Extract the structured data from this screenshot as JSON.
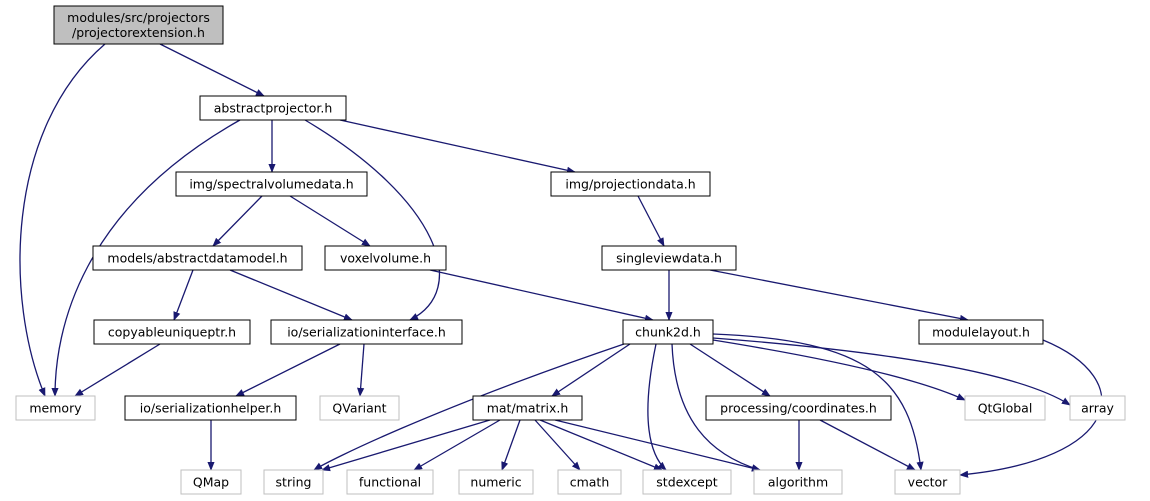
{
  "colors": {
    "edge": "#191970",
    "node_border": "#000000",
    "system_border": "#bfbfbf",
    "root_fill": "#bfbfbf",
    "node_fill": "#ffffff"
  },
  "nodes": [
    {
      "id": "root",
      "lines": [
        "modules/src/projectors",
        "/projectorextension.h"
      ],
      "kind": "root"
    },
    {
      "id": "abstractprojector",
      "lines": [
        "abstractprojector.h"
      ],
      "kind": "local"
    },
    {
      "id": "spectralvolumedata",
      "lines": [
        "img/spectralvolumedata.h"
      ],
      "kind": "local"
    },
    {
      "id": "projectiondata",
      "lines": [
        "img/projectiondata.h"
      ],
      "kind": "local"
    },
    {
      "id": "abstractdatamodel",
      "lines": [
        "models/abstractdatamodel.h"
      ],
      "kind": "local"
    },
    {
      "id": "voxelvolume",
      "lines": [
        "voxelvolume.h"
      ],
      "kind": "local"
    },
    {
      "id": "singleviewdata",
      "lines": [
        "singleviewdata.h"
      ],
      "kind": "local"
    },
    {
      "id": "copyableuniqueptr",
      "lines": [
        "copyableuniqueptr.h"
      ],
      "kind": "local"
    },
    {
      "id": "serializationinterface",
      "lines": [
        "io/serializationinterface.h"
      ],
      "kind": "local"
    },
    {
      "id": "chunk2d",
      "lines": [
        "chunk2d.h"
      ],
      "kind": "local"
    },
    {
      "id": "modulelayout",
      "lines": [
        "modulelayout.h"
      ],
      "kind": "local"
    },
    {
      "id": "memory",
      "lines": [
        "memory"
      ],
      "kind": "system"
    },
    {
      "id": "serializationhelper",
      "lines": [
        "io/serializationhelper.h"
      ],
      "kind": "local"
    },
    {
      "id": "qvariant",
      "lines": [
        "QVariant"
      ],
      "kind": "system"
    },
    {
      "id": "matrix",
      "lines": [
        "mat/matrix.h"
      ],
      "kind": "local"
    },
    {
      "id": "coordinates",
      "lines": [
        "processing/coordinates.h"
      ],
      "kind": "local"
    },
    {
      "id": "qtglobal",
      "lines": [
        "QtGlobal"
      ],
      "kind": "system"
    },
    {
      "id": "array",
      "lines": [
        "array"
      ],
      "kind": "system"
    },
    {
      "id": "qmap",
      "lines": [
        "QMap"
      ],
      "kind": "system"
    },
    {
      "id": "string",
      "lines": [
        "string"
      ],
      "kind": "system"
    },
    {
      "id": "functional",
      "lines": [
        "functional"
      ],
      "kind": "system"
    },
    {
      "id": "numeric",
      "lines": [
        "numeric"
      ],
      "kind": "system"
    },
    {
      "id": "cmath",
      "lines": [
        "cmath"
      ],
      "kind": "system"
    },
    {
      "id": "stdexcept",
      "lines": [
        "stdexcept"
      ],
      "kind": "system"
    },
    {
      "id": "algorithm",
      "lines": [
        "algorithm"
      ],
      "kind": "system"
    },
    {
      "id": "vector",
      "lines": [
        "vector"
      ],
      "kind": "system"
    }
  ],
  "edges": [
    [
      "root",
      "abstractprojector"
    ],
    [
      "root",
      "memory"
    ],
    [
      "abstractprojector",
      "spectralvolumedata"
    ],
    [
      "abstractprojector",
      "projectiondata"
    ],
    [
      "abstractprojector",
      "memory"
    ],
    [
      "abstractprojector",
      "serializationinterface"
    ],
    [
      "spectralvolumedata",
      "abstractdatamodel"
    ],
    [
      "spectralvolumedata",
      "voxelvolume"
    ],
    [
      "projectiondata",
      "singleviewdata"
    ],
    [
      "abstractdatamodel",
      "copyableuniqueptr"
    ],
    [
      "abstractdatamodel",
      "serializationinterface"
    ],
    [
      "voxelvolume",
      "chunk2d"
    ],
    [
      "singleviewdata",
      "chunk2d"
    ],
    [
      "singleviewdata",
      "modulelayout"
    ],
    [
      "copyableuniqueptr",
      "memory"
    ],
    [
      "serializationinterface",
      "serializationhelper"
    ],
    [
      "serializationinterface",
      "qvariant"
    ],
    [
      "serializationhelper",
      "qmap"
    ],
    [
      "chunk2d",
      "string"
    ],
    [
      "chunk2d",
      "matrix"
    ],
    [
      "chunk2d",
      "stdexcept"
    ],
    [
      "chunk2d",
      "algorithm"
    ],
    [
      "chunk2d",
      "coordinates"
    ],
    [
      "chunk2d",
      "vector"
    ],
    [
      "chunk2d",
      "qtglobal"
    ],
    [
      "chunk2d",
      "array"
    ],
    [
      "modulelayout",
      "vector"
    ],
    [
      "matrix",
      "string"
    ],
    [
      "matrix",
      "functional"
    ],
    [
      "matrix",
      "numeric"
    ],
    [
      "matrix",
      "cmath"
    ],
    [
      "matrix",
      "stdexcept"
    ],
    [
      "matrix",
      "algorithm"
    ],
    [
      "coordinates",
      "algorithm"
    ],
    [
      "coordinates",
      "vector"
    ]
  ]
}
